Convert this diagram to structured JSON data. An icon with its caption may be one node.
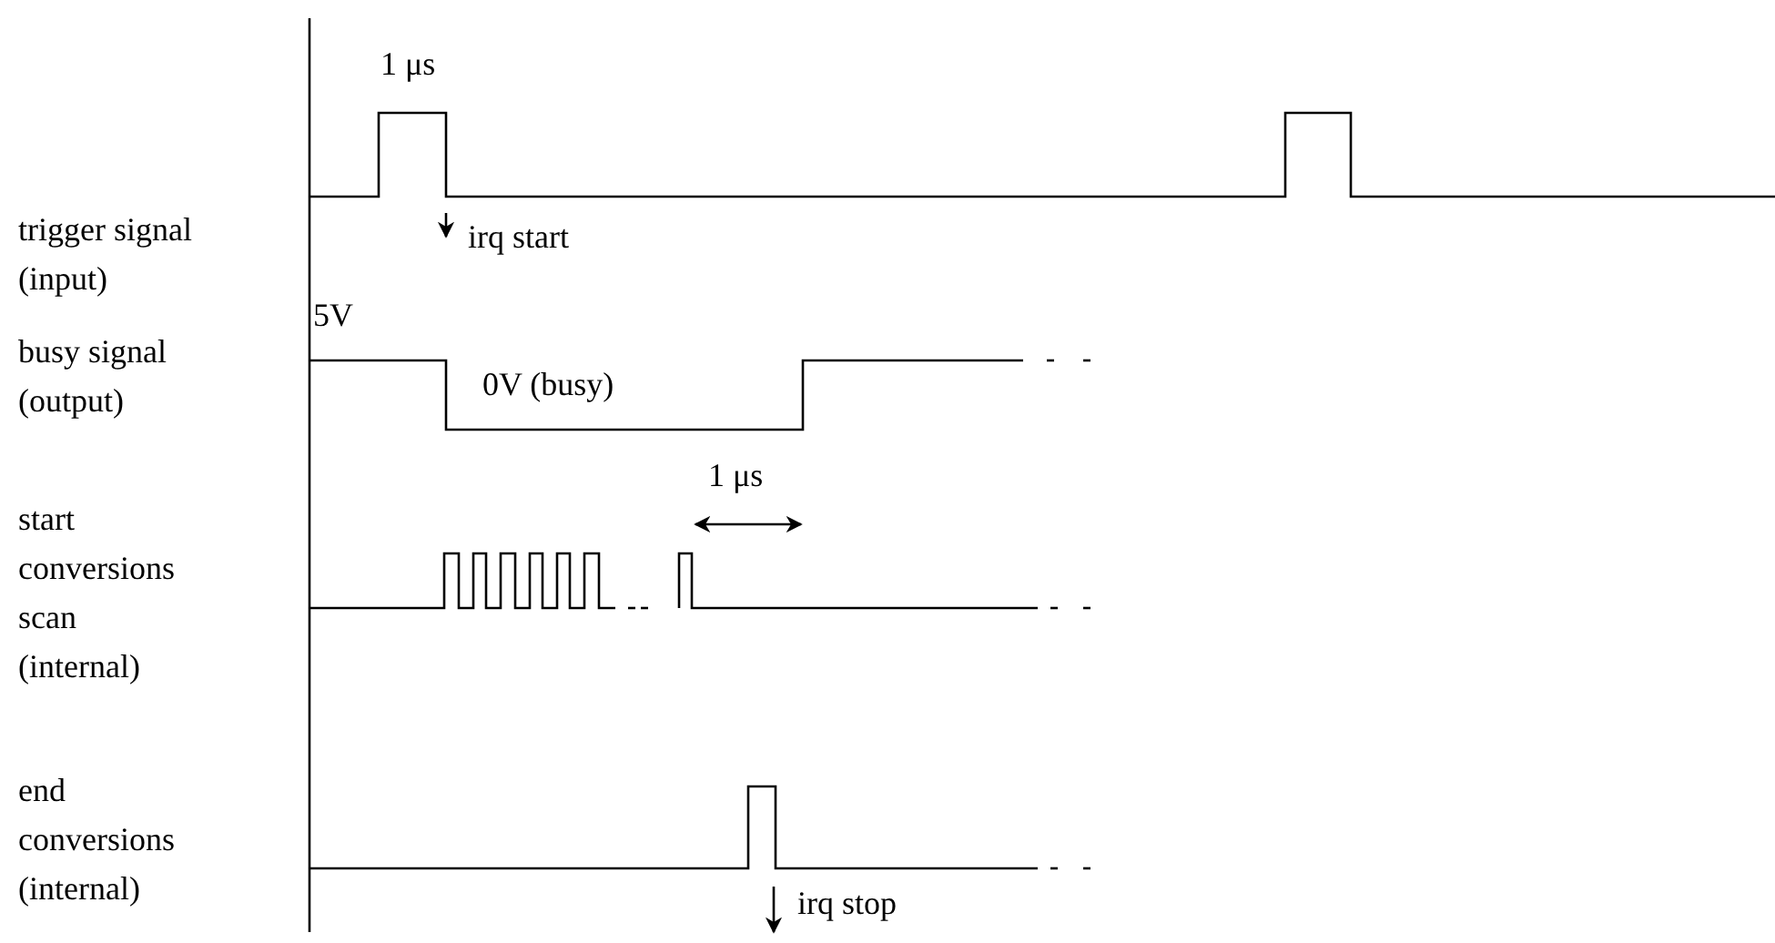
{
  "diagram": {
    "labels": [
      "1 μs",
      "trigger signal (input)",
      "irq start",
      "5V",
      "busy signal (output)",
      "0V (busy)",
      "1 μs",
      "start conversions scan (internal)",
      "end conversions (internal)",
      "irq stop"
    ]
  }
}
